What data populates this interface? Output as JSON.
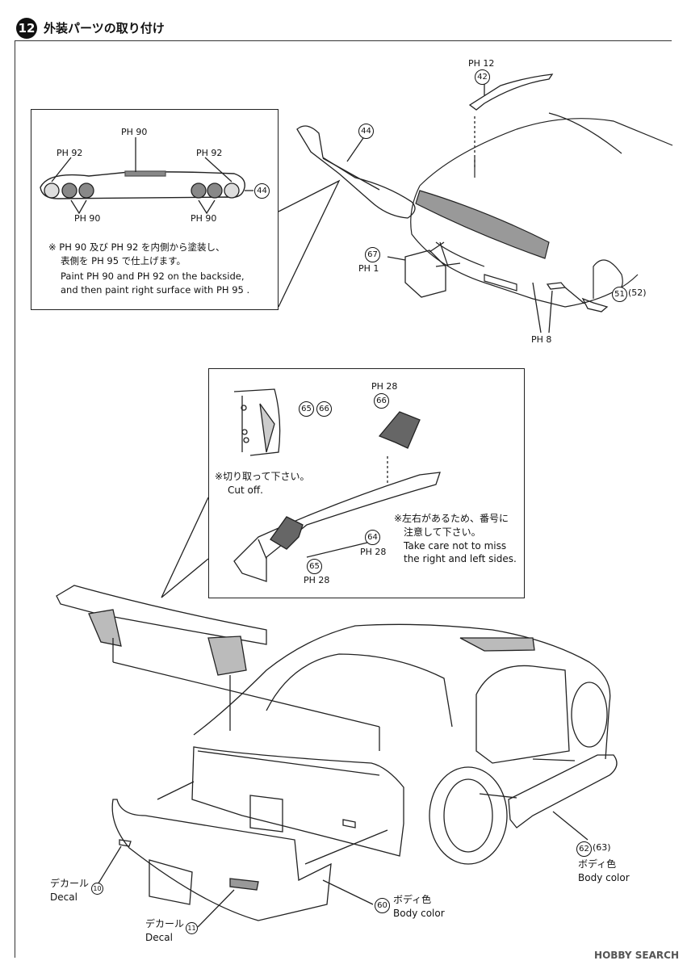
{
  "step": {
    "number": "12",
    "title": "外装パーツの取り付け"
  },
  "inset_top": {
    "paint_codes": [
      "PH 90",
      "PH 92",
      "PH 92",
      "PH 90",
      "PH 90"
    ],
    "part_ref": "44",
    "note_jp_1": "※ PH 90 及び PH 92 を内側から塗装し、",
    "note_jp_2": "表側を PH 95 で仕上げます。",
    "note_en_1": "Paint PH 90 and PH 92 on the backside,",
    "note_en_2": "and then paint right surface with PH 95 ."
  },
  "upper_parts": {
    "p42_paint": "PH 12",
    "p42": "42",
    "p44": "44",
    "p67": "67",
    "p67_paint": "PH 1",
    "p51": "51",
    "p52": "(52)",
    "ph8": "PH 8"
  },
  "inset_mid": {
    "p65_66_a": "65",
    "p65_66_b": "66",
    "cut_jp": "※切り取って下さい。",
    "cut_en": "Cut off.",
    "p66_paint": "PH 28",
    "p66": "66",
    "sides_jp_1": "※左右があるため、番号に",
    "sides_jp_2": "注意して下さい。",
    "sides_en_1": "Take care not to miss",
    "sides_en_2": "the right and left sides.",
    "p64": "64",
    "p64_paint": "PH 28",
    "p65": "65",
    "p65_paint": "PH 28"
  },
  "lower_parts": {
    "p62": "62",
    "p63": "(63)",
    "body_color_jp_a": "ボディ色",
    "body_color_en_a": "Body color",
    "p60": "60",
    "body_color_jp_b": "ボディ色",
    "body_color_en_b": "Body color",
    "decal_jp_a": "デカール",
    "decal_en_a": "Decal",
    "decal_num_a": "10",
    "decal_jp_b": "デカール",
    "decal_en_b": "Decal",
    "decal_num_b": "11"
  },
  "watermark": "HOBBY SEARCH"
}
